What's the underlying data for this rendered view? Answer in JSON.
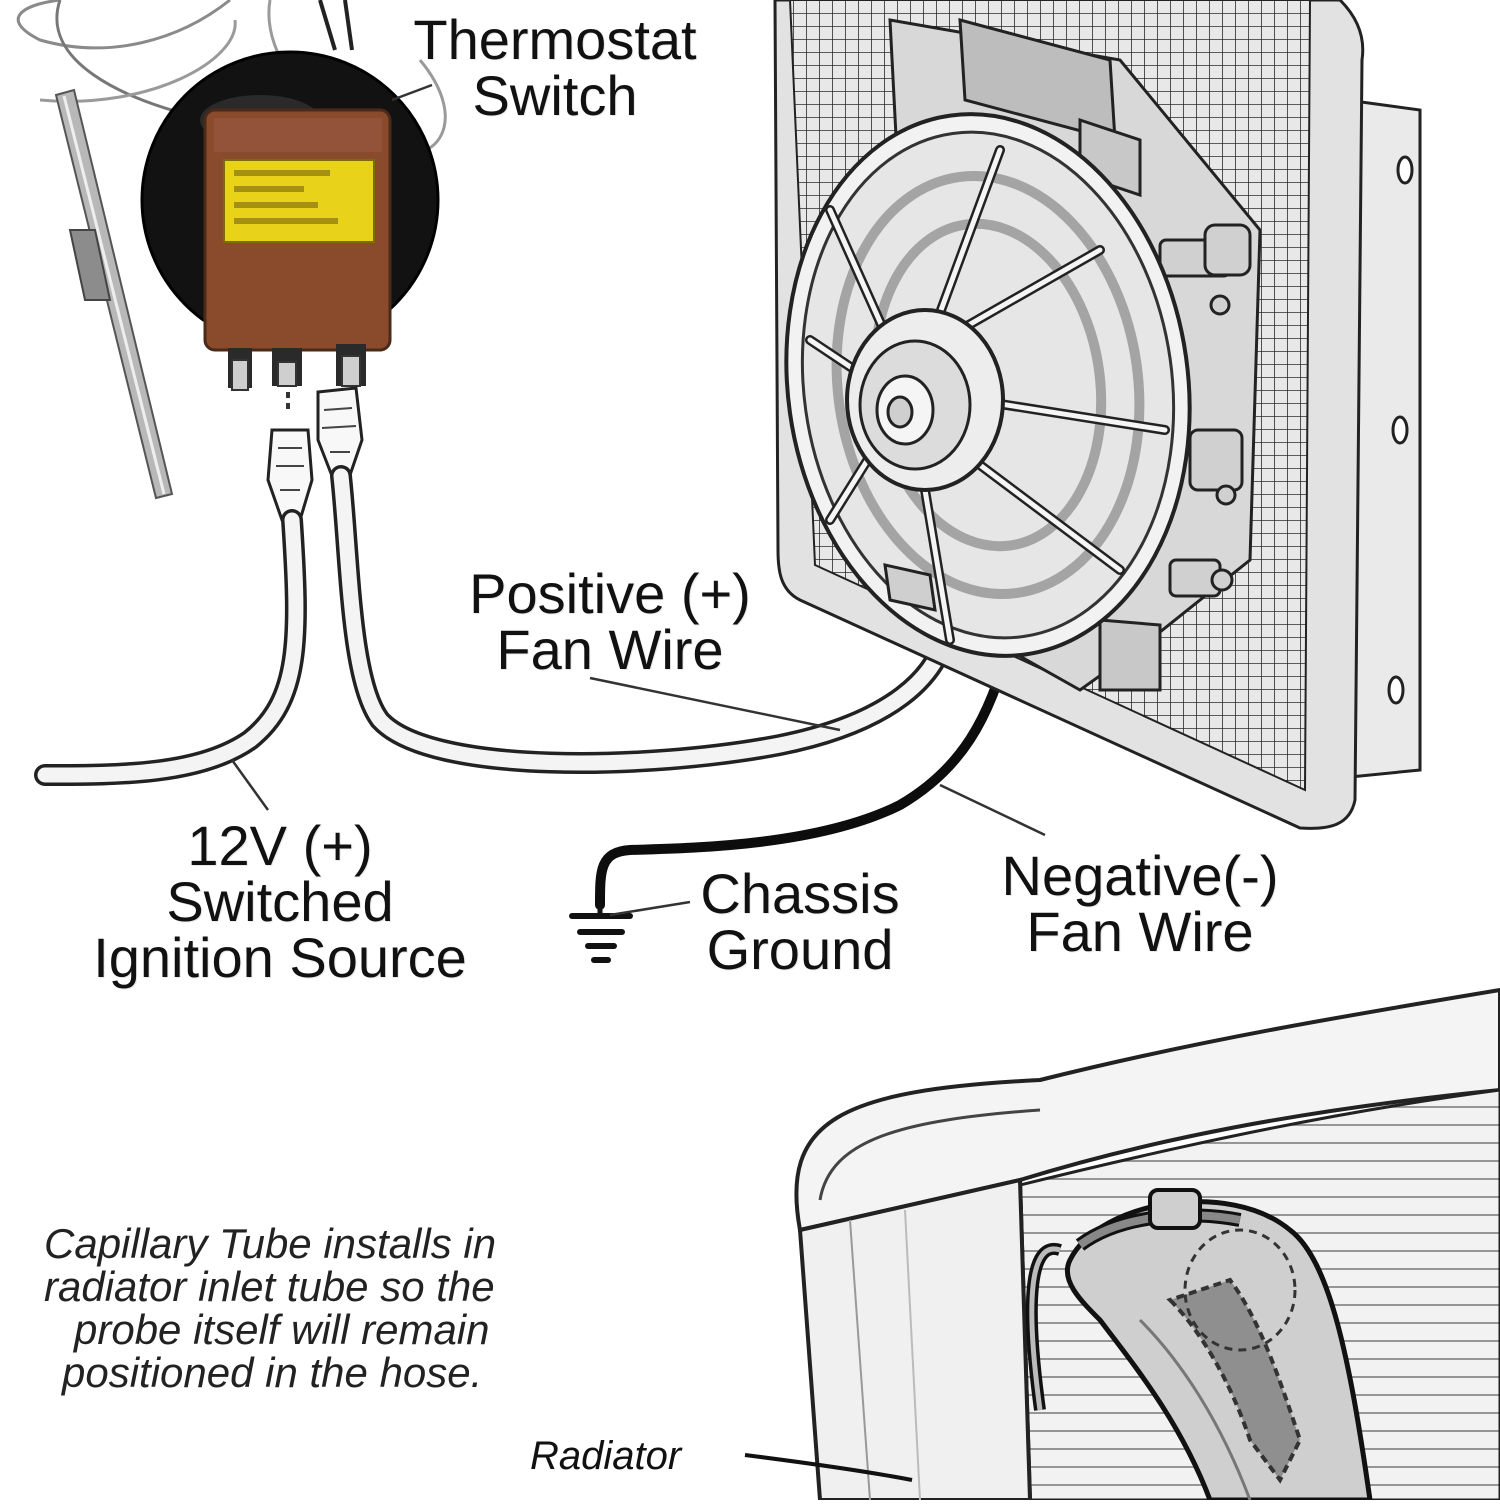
{
  "labels": {
    "thermostat_switch": [
      "Thermostat",
      "Switch"
    ],
    "positive_fan_wire": [
      "Positive (+)",
      "Fan Wire"
    ],
    "switched_ignition_source": [
      "12V (+)",
      "Switched",
      "Ignition Source"
    ],
    "chassis_ground": [
      "Chassis",
      "Ground"
    ],
    "negative_fan_wire": [
      "Negative(-)",
      "Fan Wire"
    ],
    "capillary_note": [
      "Capillary Tube installs in",
      "radiator inlet tube so the",
      "probe itself will remain",
      "positioned in the hose."
    ],
    "radiator": "Radiator"
  },
  "colors": {
    "switch_body": "#8a4a2c",
    "switch_plate": "#e8d21a",
    "switch_dial": "#121212",
    "wire_light": "#f4f4f4",
    "wire_dark": "#0d0d0d",
    "line_art": "#222222",
    "radiator_fill": "#e4e4e4",
    "background": "#ffffff"
  },
  "icons": [
    "chassis-ground-icon",
    "spade-connector-icon",
    "capillary-probe-icon"
  ]
}
